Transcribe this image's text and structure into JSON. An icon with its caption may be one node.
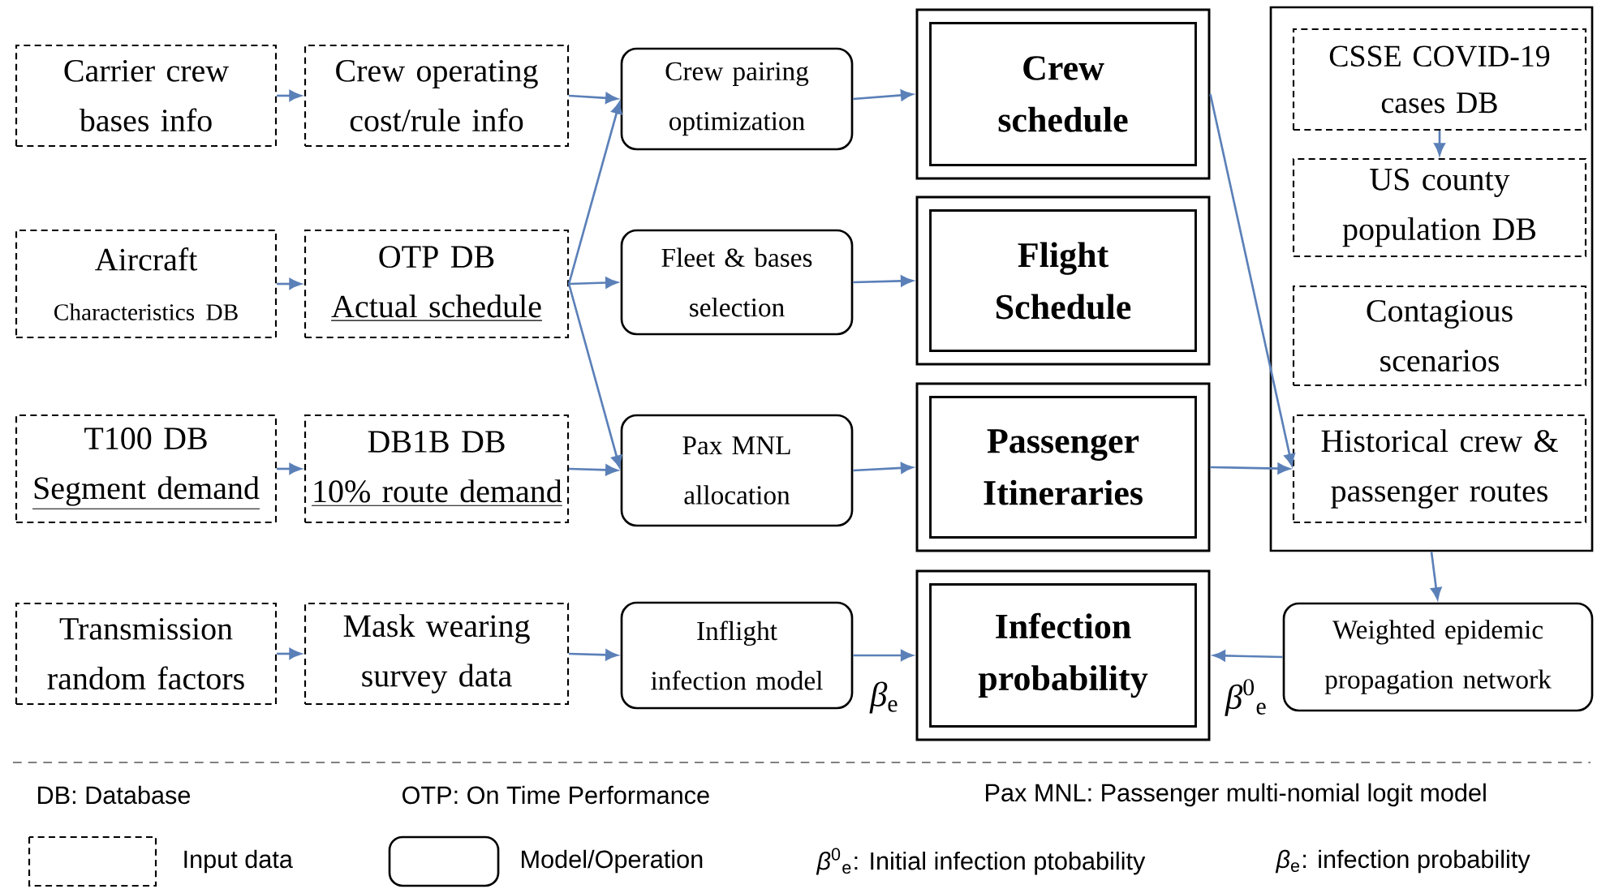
{
  "diagram": {
    "nodes": [
      {
        "text": [
          "Carrier crew bases info"
        ]
      },
      {
        "text": [
          "Crew operating cost/rule info"
        ]
      },
      {
        "text": [
          "Crew pairing optimization"
        ]
      },
      {
        "text": [
          "Crew schedule"
        ]
      },
      {
        "text": [],
        "shape": "box"
      },
      {
        "text": [
          "CSSE COVID-19 cases DB"
        ],
        "in": 4
      },
      {
        "text": [
          "US county population DB"
        ],
        "in": 4
      },
      {
        "text": [
          "Aircraft",
          "Characteristics DB"
        ]
      },
      {
        "text": [
          "OTP DB",
          "Actual schedule"
        ]
      },
      {
        "text": [
          "Fleet & bases selection"
        ]
      },
      {
        "text": [
          "Flight Schedule"
        ]
      },
      {
        "text": [
          "Contagious scenarios"
        ],
        "in": 4
      },
      {
        "text": [
          "T100 DB",
          "Segment demand"
        ]
      },
      {
        "text": [
          "DB1B DB",
          "10% route demand"
        ]
      },
      {
        "text": [
          "Pax MNL allocation"
        ]
      },
      {
        "text": [
          "Passenger Itineraries"
        ]
      },
      {
        "text": [
          "Historical crew & passenger routes"
        ],
        "in": 4
      },
      {
        "text": [
          "Transmission random factors"
        ]
      },
      {
        "text": [
          "Mask wearing survey data"
        ]
      },
      {
        "text": [
          "Inflight infection model"
        ]
      },
      {
        "text": [
          "Infection probability"
        ]
      },
      {
        "text": [
          "Weighted epidemic propagation network"
        ]
      }
    ],
    "edges": [
      {
        "from": 0,
        "to": 1,
        "arrow": "to"
      },
      {
        "from": 1,
        "to": 2,
        "arrow": "to"
      },
      {
        "from": 2,
        "to": 3,
        "arrow": "to"
      },
      {
        "from": 5,
        "to": 6,
        "arrow": "to"
      },
      {
        "from": 7,
        "to": 8,
        "arrow": "to"
      },
      {
        "from": 8,
        "to": 2,
        "arrow": "to"
      },
      {
        "from": 8,
        "to": 9,
        "arrow": "to"
      },
      {
        "from": 8,
        "to": 14,
        "arrow": "to"
      },
      {
        "from": 9,
        "to": 10,
        "arrow": "to"
      },
      {
        "from": 12,
        "to": 13,
        "arrow": "to"
      },
      {
        "from": 13,
        "to": 14,
        "arrow": "to"
      },
      {
        "from": 14,
        "to": 15,
        "arrow": "to"
      },
      {
        "from": 3,
        "to": 16,
        "arrow": "to"
      },
      {
        "from": 15,
        "to": 16,
        "arrow": "to"
      },
      {
        "from": 4,
        "to": 21,
        "arrow": "to"
      },
      {
        "from": 17,
        "to": 18,
        "arrow": "to"
      },
      {
        "from": 18,
        "to": 19,
        "arrow": "to"
      },
      {
        "from": 19,
        "to": 20,
        "arrow": "to",
        "label": "*β*$_{e}$"
      },
      {
        "from": 21,
        "to": 20,
        "arrow": "to",
        "label": "*β*$^{0}$$_{e}$"
      }
    ],
    "labels": [
      "DB: Database",
      "OTP: On Time Performance",
      "Pax MNL: Passenger multi-nomial logit model",
      "*β*$^{0}$$_{e}$: Initial infection ptobability",
      "*β*$_{e}$: infection probability"
    ],
    "legend": [
      {
        "text": "Input data"
      },
      {
        "text": "Model/Operation"
      }
    ]
  }
}
